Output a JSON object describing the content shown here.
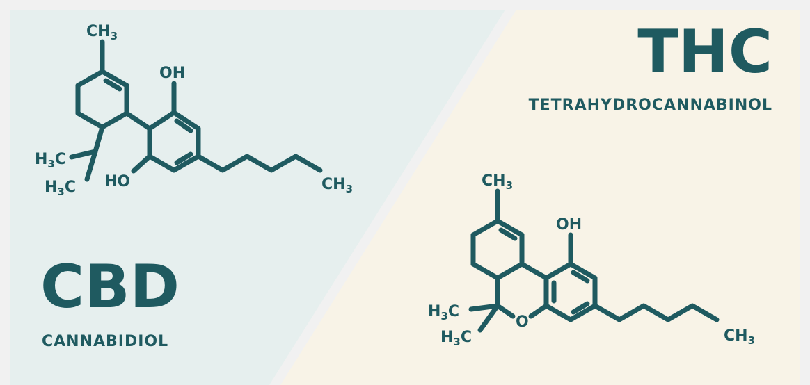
{
  "colors": {
    "ink": "#1f5a60",
    "cbd_panel": "#e6efee",
    "thc_panel": "#f8f3e7",
    "divider": "#ffffff",
    "outer": "#f1f1f1"
  },
  "cbd": {
    "title": "CBD",
    "name": "CANNABIDIOL",
    "labels": {
      "ch3_top": "CH",
      "oh_top": "OH",
      "h3c_upper": "H",
      "h3c_lower": "H",
      "ho": "HO",
      "ch3_tail": "CH"
    }
  },
  "thc": {
    "title": "THC",
    "name": "TETRAHYDROCANNABINOL",
    "labels": {
      "ch3_top": "CH",
      "oh": "OH",
      "h3c_upper": "H",
      "h3c_lower": "H",
      "o": "O",
      "ch3_tail": "CH"
    }
  },
  "shared": {
    "sub3": "3",
    "c_suffix": "C"
  }
}
